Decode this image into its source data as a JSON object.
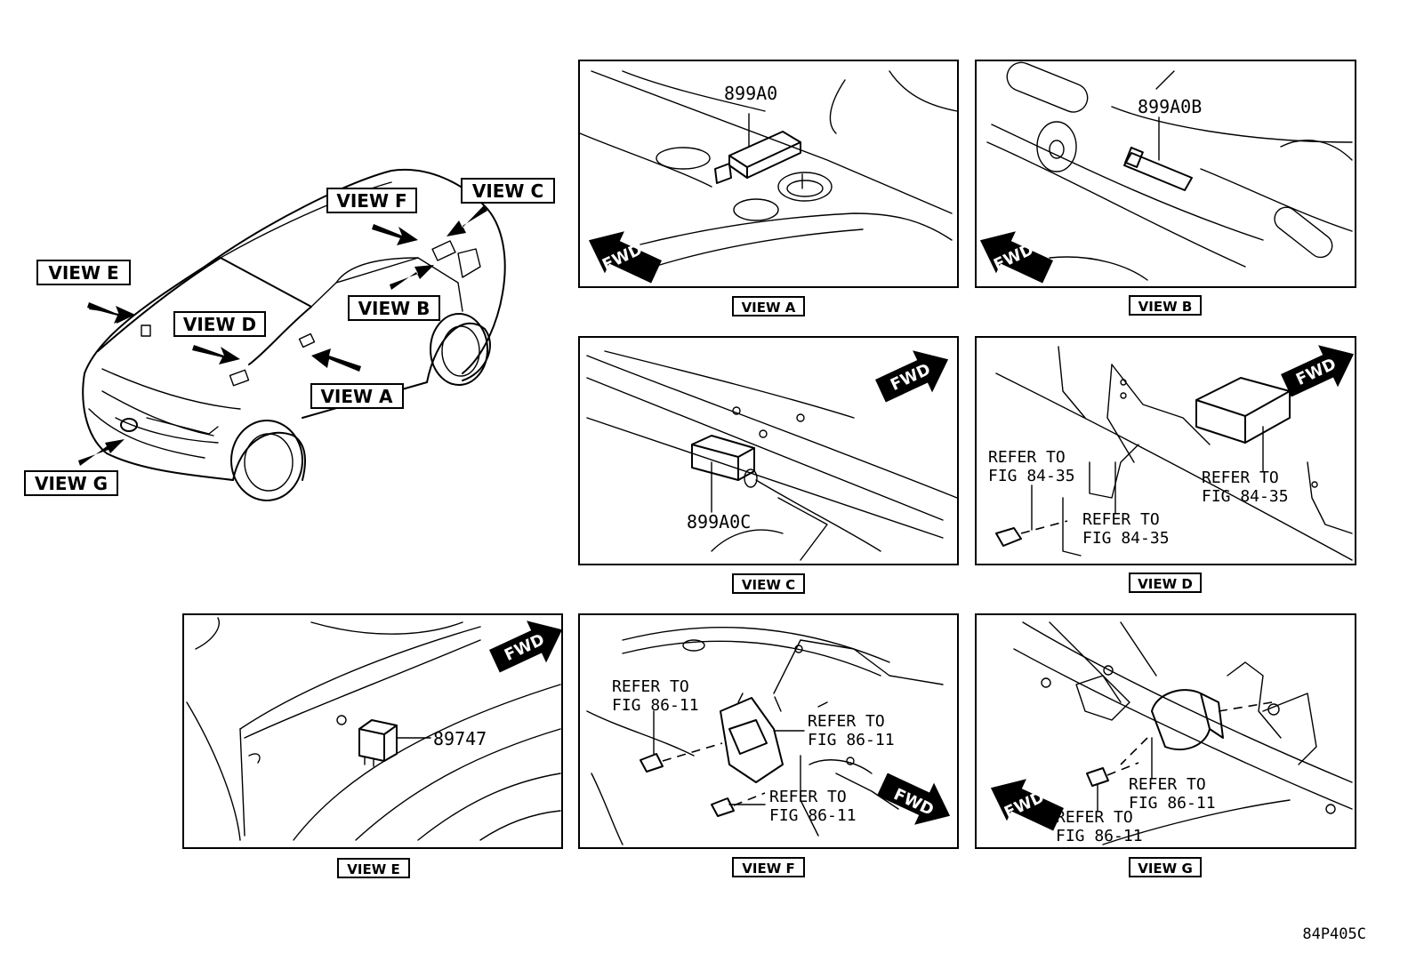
{
  "overview": {
    "view_labels": {
      "a": "VIEW A",
      "b": "VIEW B",
      "c": "VIEW C",
      "d": "VIEW D",
      "e": "VIEW E",
      "f": "VIEW F",
      "g": "VIEW G"
    }
  },
  "panels": {
    "a": {
      "caption": "VIEW A",
      "part": "899A0",
      "fwd": "FWD"
    },
    "b": {
      "caption": "VIEW B",
      "part": "899A0B",
      "fwd": "FWD"
    },
    "c": {
      "caption": "VIEW C",
      "part": "899A0C",
      "fwd": "FWD"
    },
    "d": {
      "caption": "VIEW D",
      "fwd": "FWD",
      "refer1": [
        "REFER TO",
        "FIG 84-35"
      ],
      "refer2": [
        "REFER TO",
        "FIG 84-35"
      ],
      "refer3": [
        "REFER TO",
        "FIG 84-35"
      ]
    },
    "e": {
      "caption": "VIEW E",
      "part": "89747",
      "fwd": "FWD"
    },
    "f": {
      "caption": "VIEW F",
      "fwd": "FWD",
      "refer1": [
        "REFER TO",
        "FIG 86-11"
      ],
      "refer2": [
        "REFER TO",
        "FIG 86-11"
      ],
      "refer3": [
        "REFER TO",
        "FIG 86-11"
      ]
    },
    "g": {
      "caption": "VIEW G",
      "fwd": "FWD",
      "refer1": [
        "REFER TO",
        "FIG 86-11"
      ],
      "refer2": [
        "REFER TO",
        "FIG 86-11"
      ]
    }
  },
  "figure_code": "84P405C"
}
